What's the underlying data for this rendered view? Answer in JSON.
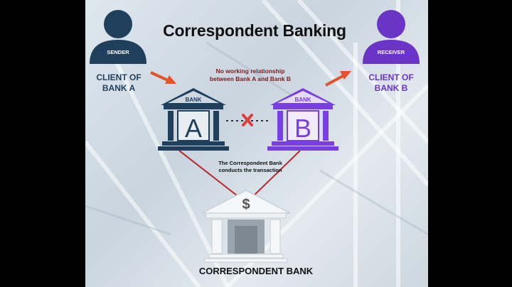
{
  "title": "Correspondent Banking",
  "sender": {
    "badge": "SENDER",
    "label": "CLIENT OF BANK A",
    "color": "#1f3f5c"
  },
  "receiver": {
    "badge": "RECEIVER",
    "label": "CLIENT OF BANK B",
    "color": "#6a35c6"
  },
  "bank_a": {
    "roof_text": "BANK",
    "letter": "A",
    "color": "#1f3f5c"
  },
  "bank_b": {
    "roof_text": "BANK",
    "letter": "B",
    "color": "#7a3fe0"
  },
  "no_relationship_note": "No working relationship between Bank A and Bank B",
  "correspondent_note": "The Correspondent Bank conducts the transaction",
  "correspondent_bank": {
    "symbol": "$",
    "caption": "CORRESPONDENT BANK"
  },
  "colors": {
    "arrow": "#e4532c",
    "link_line": "#b9282a",
    "cross": "#e23b3b",
    "note_text": "#7a1d1d"
  }
}
